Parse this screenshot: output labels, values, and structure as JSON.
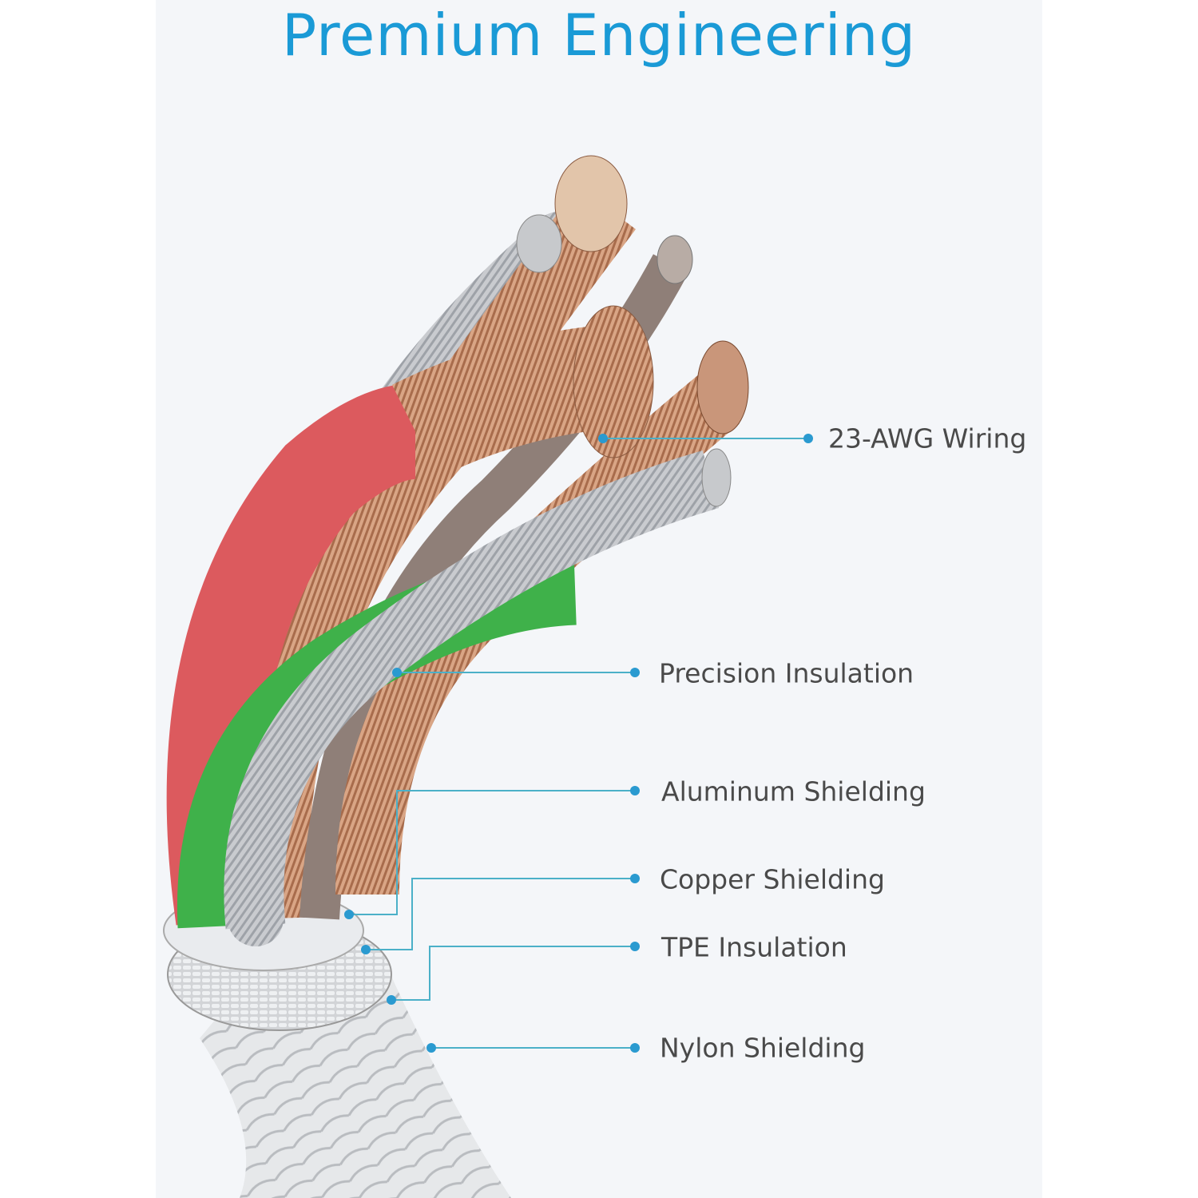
{
  "title": "Premium Engineering",
  "colors": {
    "accent": "#1a9ad6",
    "callout_line": "#4bb0c8",
    "callout_dot": "#2a9ad0"
  },
  "labels": [
    "23-AWG Wiring",
    "Precision Insulation",
    "Aluminum Shielding",
    "Copper Shielding",
    "TPE Insulation",
    "Nylon Shielding"
  ]
}
